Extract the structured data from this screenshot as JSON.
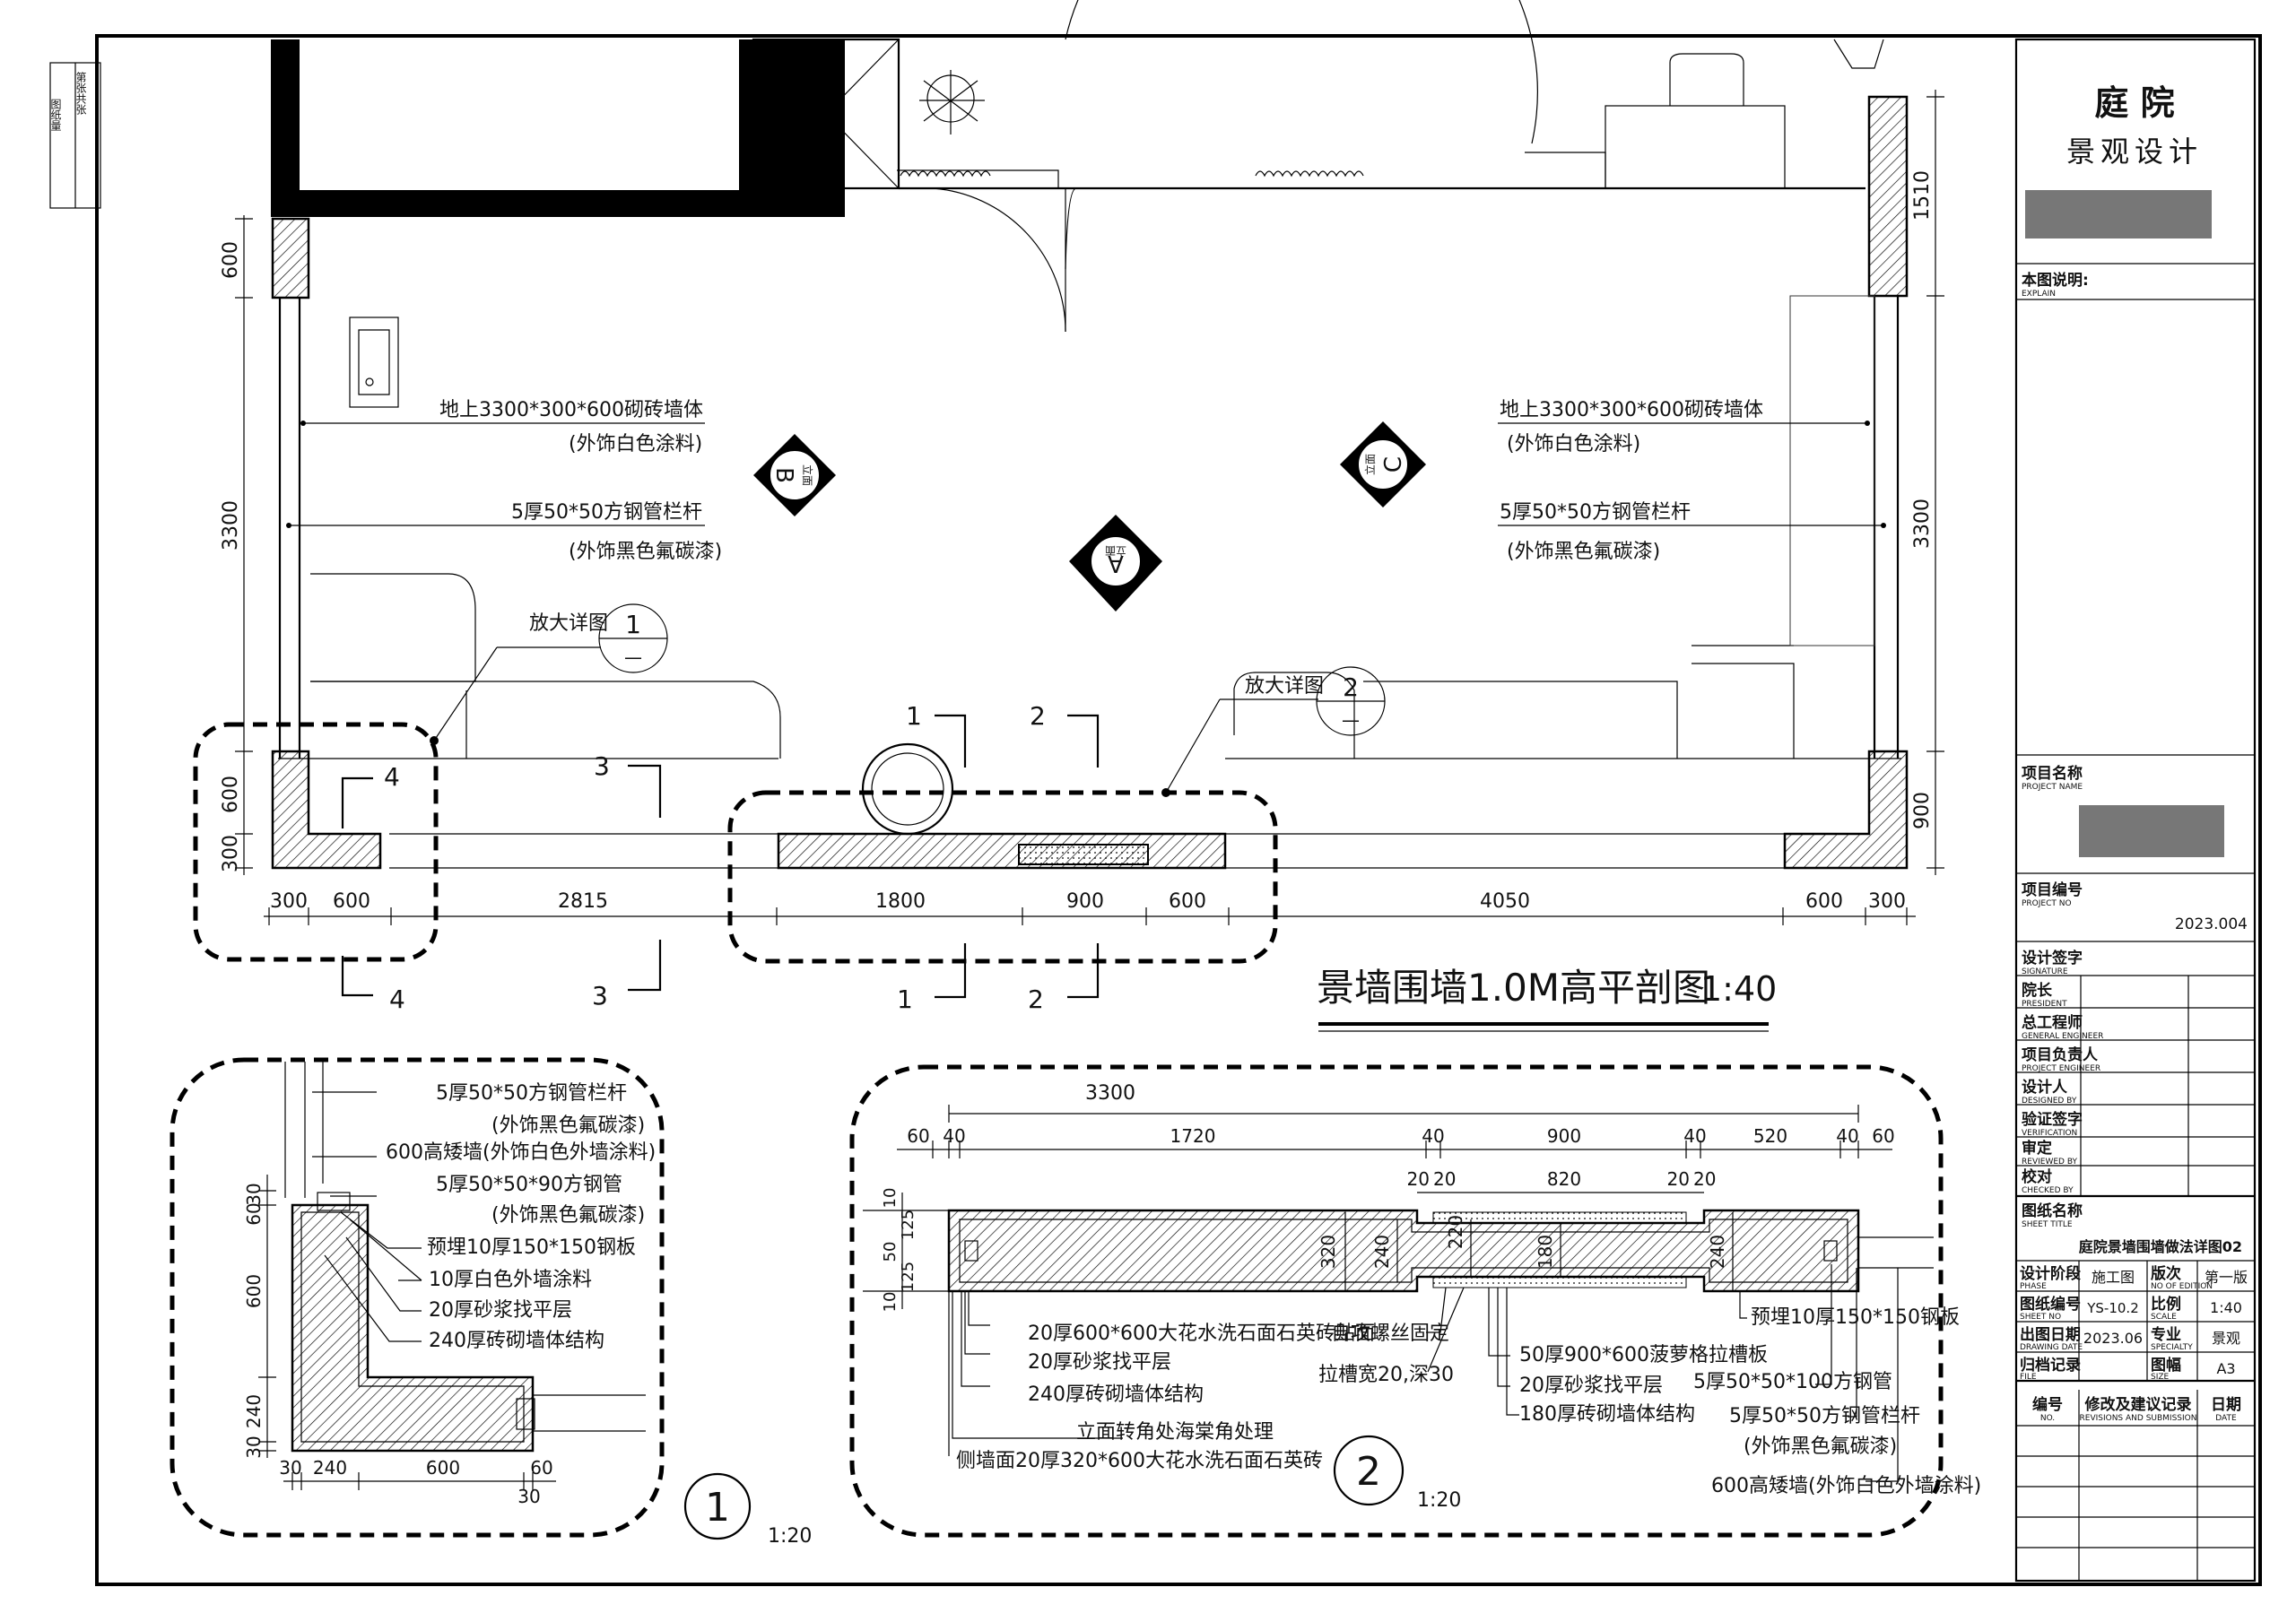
{
  "title_block": {
    "company_line1": "庭 院",
    "company_line2": "景观设计",
    "explain_label": "本图说明:",
    "explain_sub": "EXPLAIN",
    "project_name_label": "项目名称",
    "project_name_sub": "PROJECT NAME",
    "project_no_label": "项目编号",
    "project_no_sub": "PROJECT NO",
    "project_no": "2023.004",
    "design_sign": "设计签字",
    "design_sign_sub": "SIGNATURE",
    "president": "院长",
    "president_sub": "PRESIDENT",
    "chief_engineer": "总工程师",
    "chief_engineer_sub": "GENERAL ENGINEER",
    "project_leader": "项目负责人",
    "project_leader_sub": "PROJECT ENGINEER",
    "designer": "设计人",
    "designer_sub": "DESIGNED BY",
    "verify_sign": "验证签字",
    "verify_sign_sub": "VERIFICATION",
    "reviewer": "审定",
    "reviewer_sub": "REVIEWED BY",
    "checker": "校对",
    "checker_sub": "CHECKED BY",
    "sheet_title_label": "图纸名称",
    "sheet_title_sub": "SHEET TITLE",
    "sheet_title": "庭院景墙围墙做法详图02",
    "phase_label": "设计阶段",
    "phase_sub": "PHASE",
    "phase": "施工图",
    "edition_label": "版次",
    "edition_sub": "NO OF EDITION",
    "edition": "第一版",
    "drawing_no_label": "图纸编号",
    "drawing_no_sub": "SHEET NO",
    "drawing_no": "YS-10.2",
    "scale_label": "比例",
    "scale_sub": "SCALE",
    "scale": "1:40",
    "date_label": "出图日期",
    "date_sub": "DRAWING DATE",
    "date": "2023.06",
    "discipline_label": "专业",
    "discipline_sub": "SPECIALTY",
    "discipline": "景观",
    "archive_label": "归档记录",
    "archive_sub": "FILE",
    "size_label": "图幅",
    "size_sub": "SIZE",
    "size": "A3",
    "rev_no": "编号",
    "rev_no_sub": "NO.",
    "rev_record": "修改及建议记录",
    "rev_record_sub": "REVISIONS AND SUBMISSION",
    "rev_date": "日期",
    "rev_date_sub": "DATE"
  },
  "left_strip": {
    "col1": "图纸量",
    "col2": "第张共张"
  },
  "plan": {
    "title": "景墙围墙1.0M高平剖图",
    "scale": "1:40",
    "note_wall_left_1": "地上3300*300*600砌砖墙体",
    "note_wall_left_2": "(外饰白色涂料)",
    "note_rail_left_1": "5厚50*50方钢管栏杆",
    "note_rail_left_2": "(外饰黑色氟碳漆)",
    "note_wall_right_1": "地上3300*300*600砌砖墙体",
    "note_wall_right_2": "(外饰白色涂料)",
    "note_rail_right_1": "5厚50*50方钢管栏杆",
    "note_rail_right_2": "(外饰黑色氟碳漆)",
    "detail_callout_1": "放大详图",
    "detail_callout_2": "放大详图",
    "callout_1_num": "1",
    "callout_2_num": "2",
    "callout_den": "—",
    "elev_b": "B",
    "elev_c": "C",
    "elev_a": "A",
    "elev_b_tag": "立面",
    "elev_c_tag": "立面",
    "elev_a_tag": "立面",
    "sec_1": "1",
    "sec_2": "2",
    "sec_3": "3",
    "sec_4": "4",
    "dims_bottom": [
      "300",
      "600",
      "2815",
      "1800",
      "900",
      "600",
      "4050",
      "600",
      "300"
    ],
    "dims_left": [
      "600",
      "3300",
      "600",
      "300"
    ],
    "dims_right": [
      "1510",
      "3300",
      "900"
    ]
  },
  "detail1": {
    "n1a": "5厚50*50方钢管栏杆",
    "n1b": "(外饰黑色氟碳漆)",
    "n2": "600高矮墙(外饰白色外墙涂料)",
    "n3a": "5厚50*50*90方钢管",
    "n3b": "(外饰黑色氟碳漆)",
    "n4": "预埋10厚150*150钢板",
    "n5": "10厚白色外墙涂料",
    "n6": "20厚砂浆找平层",
    "n7": "240厚砖砌墙体结构",
    "dims_left": [
      "30",
      "60",
      "600",
      "240",
      "30"
    ],
    "dims_bottom": [
      "30",
      "240",
      "600",
      "60",
      "30"
    ],
    "number": "1",
    "scale": "1:20"
  },
  "detail2": {
    "dims_top_total": "3300",
    "dims_top": [
      "60",
      "40",
      "1720",
      "40",
      "900",
      "40",
      "520",
      "40",
      "60"
    ],
    "dims_top2": [
      "20",
      "20",
      "820",
      "20",
      "20"
    ],
    "dims_left": [
      "10",
      "125",
      "50",
      "125",
      "10"
    ],
    "dims_inner": [
      "320",
      "240",
      "220",
      "180",
      "240"
    ],
    "n1": "20厚600*600大花水洗石面石英砖贴面",
    "n2": "20厚砂浆找平层",
    "n3": "240厚砖砌墙体结构",
    "n4": "立面转角处海棠角处理",
    "n5": "侧墙面20厚320*600大花水洗石面石英砖",
    "n6": "自攻螺丝固定",
    "n7": "拉槽宽20,深30",
    "n8": "50厚900*600菠萝格拉槽板",
    "n9": "20厚砂浆找平层",
    "n10": "180厚砖砌墙体结构",
    "n11": "预埋10厚150*150钢板",
    "n12": "5厚50*50*100方钢管",
    "n13a": "5厚50*50方钢管栏杆",
    "n13b": "(外饰黑色氟碳漆)",
    "n14": "600高矮墙(外饰白色外墙涂料)",
    "number": "2",
    "scale": "1:20"
  }
}
